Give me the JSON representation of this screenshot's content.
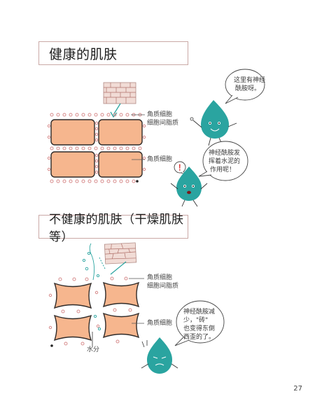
{
  "page": {
    "section_healthy_title": "健康的肌肤",
    "section_unhealthy_title": "不健康的肌肤（干燥肌肤等）",
    "page_number": "27"
  },
  "healthy": {
    "label_cornified_cell": "角质细胞",
    "label_intercellular_lipid": "细胞间脂质",
    "label_cornified_cell_2": "角质细胞",
    "bubble_1_lines": [
      "这里有神经",
      "酰胺呀。"
    ],
    "bubble_2_lines": [
      "神经酰胺发",
      "挥着水泥的",
      "作用呢！"
    ],
    "exclaim": "！"
  },
  "unhealthy": {
    "label_cornified_cell": "角质细胞",
    "label_intercellular_lipid": "细胞间脂质",
    "label_cornified_cell_2": "角质细胞",
    "label_water": "水分",
    "bubble_lines": [
      "神经酰胺减",
      "少，\"砖\"",
      "也变得东倒",
      "西歪的了。"
    ]
  },
  "colors": {
    "cell_fill": "#f6b68e",
    "cell_stroke": "#2f2a28",
    "dot_stroke": "#d78b8b",
    "drop_fill": "#2aa4a0",
    "frame": "#caa9a6"
  }
}
